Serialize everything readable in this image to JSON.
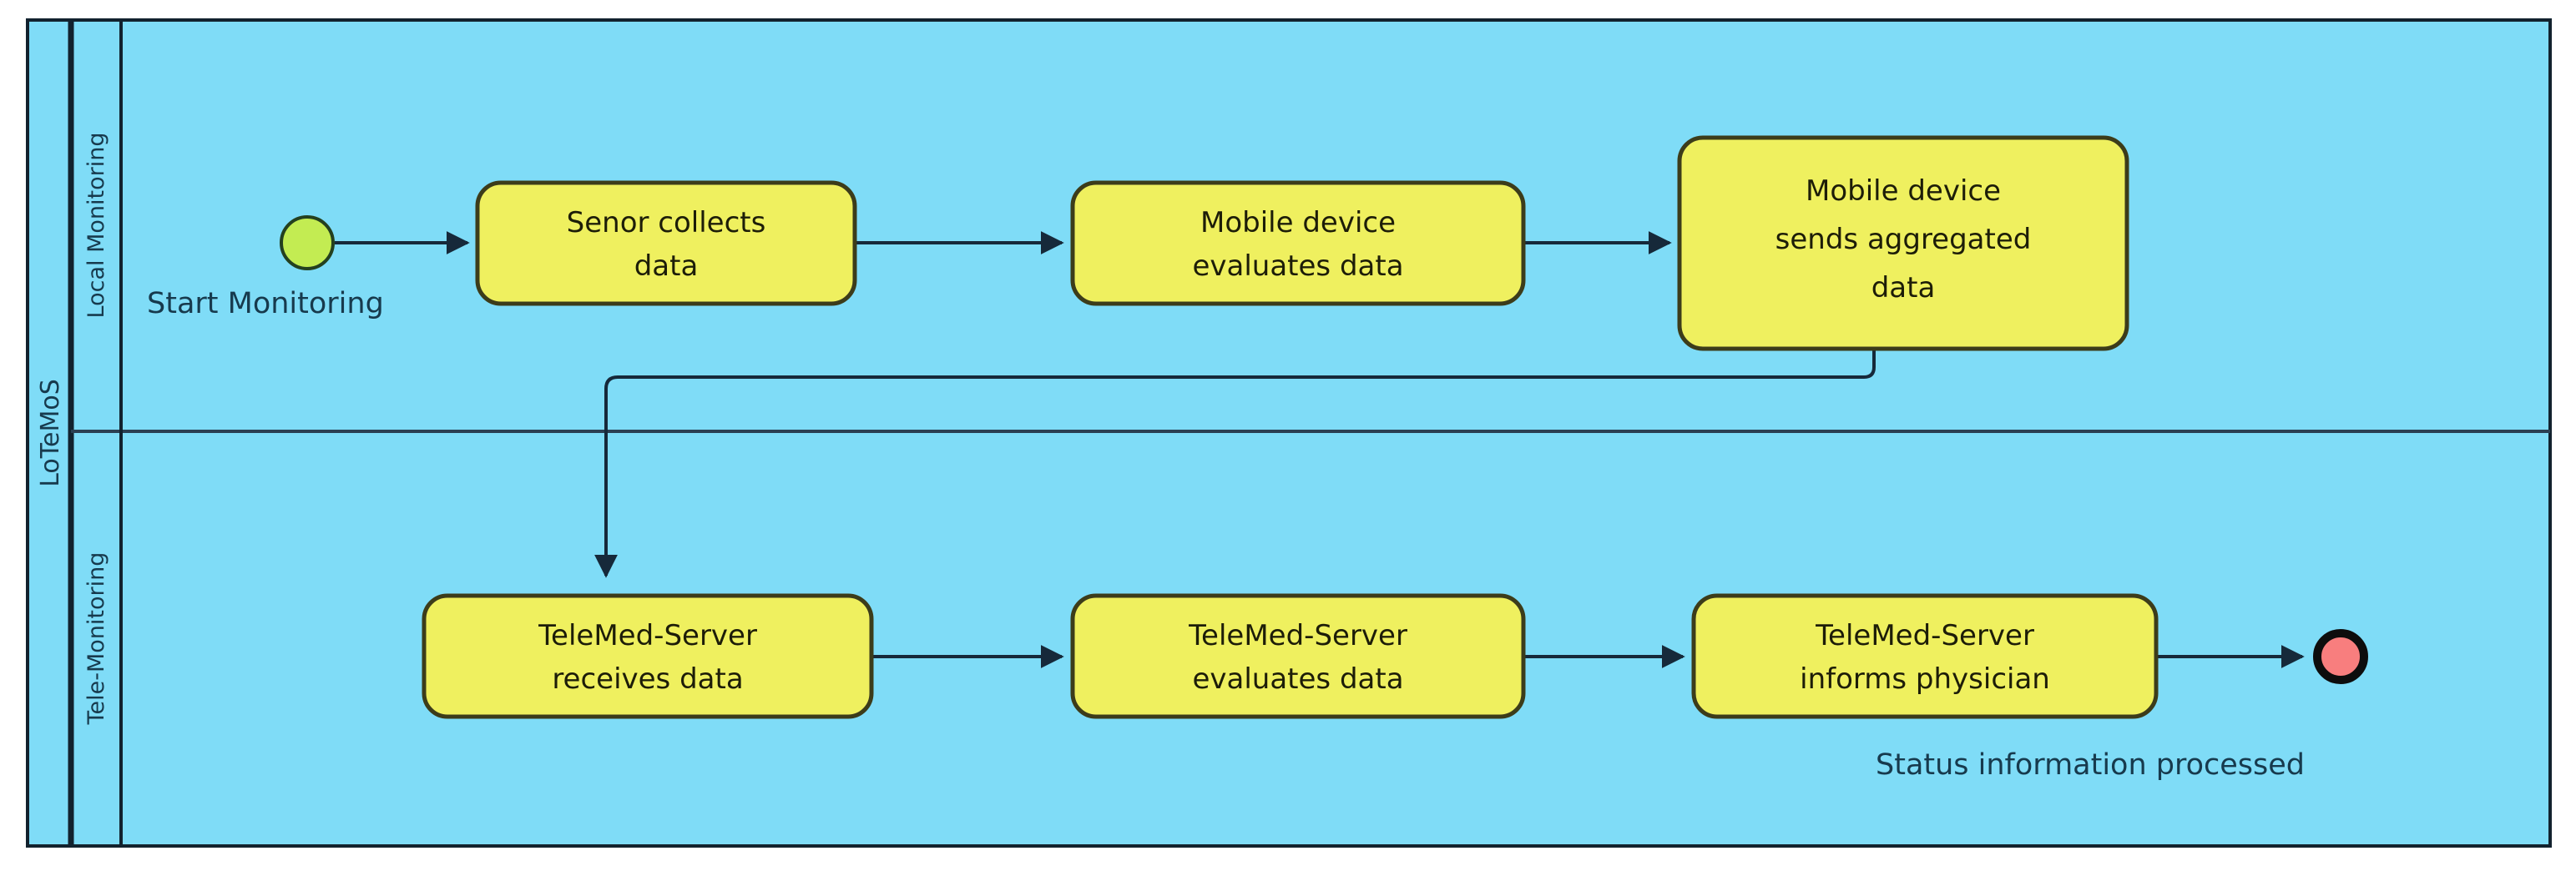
{
  "diagram": {
    "type": "bpmn-activity-diagram",
    "pool": {
      "label": "LoTeMoS",
      "fill": "#7fdcf7",
      "border": "#12222e"
    },
    "lanes": [
      {
        "id": "lane-local",
        "label": "Local Monitoring"
      },
      {
        "id": "lane-tele",
        "label": "Tele-Monitoring"
      }
    ],
    "colors": {
      "lane_fill": "#7fdcf7",
      "task_fill": "#eff05f",
      "task_border": "#3c3c1a",
      "start_event_fill": "#c3ec52",
      "start_event_border": "#1d3a1d",
      "end_event_fill": "#f87e7e",
      "end_event_border": "#0d0d0d",
      "connector": "#16293a",
      "text": "#173a4d"
    },
    "events": [
      {
        "id": "start-event",
        "kind": "start",
        "caption": "Start Monitoring",
        "lane": "lane-local"
      },
      {
        "id": "end-event",
        "kind": "end",
        "caption": "Status information processed",
        "lane": "lane-tele"
      }
    ],
    "tasks": [
      {
        "id": "task-sensor-collects",
        "lane": "lane-local",
        "lines": [
          "Senor collects",
          "data"
        ]
      },
      {
        "id": "task-mobile-evaluates",
        "lane": "lane-local",
        "lines": [
          "Mobile device",
          "evaluates data"
        ]
      },
      {
        "id": "task-mobile-sends",
        "lane": "lane-local",
        "lines": [
          "Mobile device",
          "sends aggregated",
          "data"
        ]
      },
      {
        "id": "task-server-receives",
        "lane": "lane-tele",
        "lines": [
          "TeleMed-Server",
          "receives data"
        ]
      },
      {
        "id": "task-server-evaluates",
        "lane": "lane-tele",
        "lines": [
          "TeleMed-Server",
          "evaluates data"
        ]
      },
      {
        "id": "task-server-informs",
        "lane": "lane-tele",
        "lines": [
          "TeleMed-Server",
          "informs physician"
        ]
      }
    ],
    "flows": [
      {
        "id": "flow-start-to-sensor",
        "from": "start-event",
        "to": "task-sensor-collects"
      },
      {
        "id": "flow-sensor-to-evaluate",
        "from": "task-sensor-collects",
        "to": "task-mobile-evaluates"
      },
      {
        "id": "flow-evaluate-to-send",
        "from": "task-mobile-evaluates",
        "to": "task-mobile-sends"
      },
      {
        "id": "flow-send-to-receive",
        "from": "task-mobile-sends",
        "to": "task-server-receives"
      },
      {
        "id": "flow-receive-to-srvevaluate",
        "from": "task-server-receives",
        "to": "task-server-evaluates"
      },
      {
        "id": "flow-srvevaluate-to-inform",
        "from": "task-server-evaluates",
        "to": "task-server-informs"
      },
      {
        "id": "flow-inform-to-end",
        "from": "task-server-informs",
        "to": "end-event"
      }
    ]
  }
}
